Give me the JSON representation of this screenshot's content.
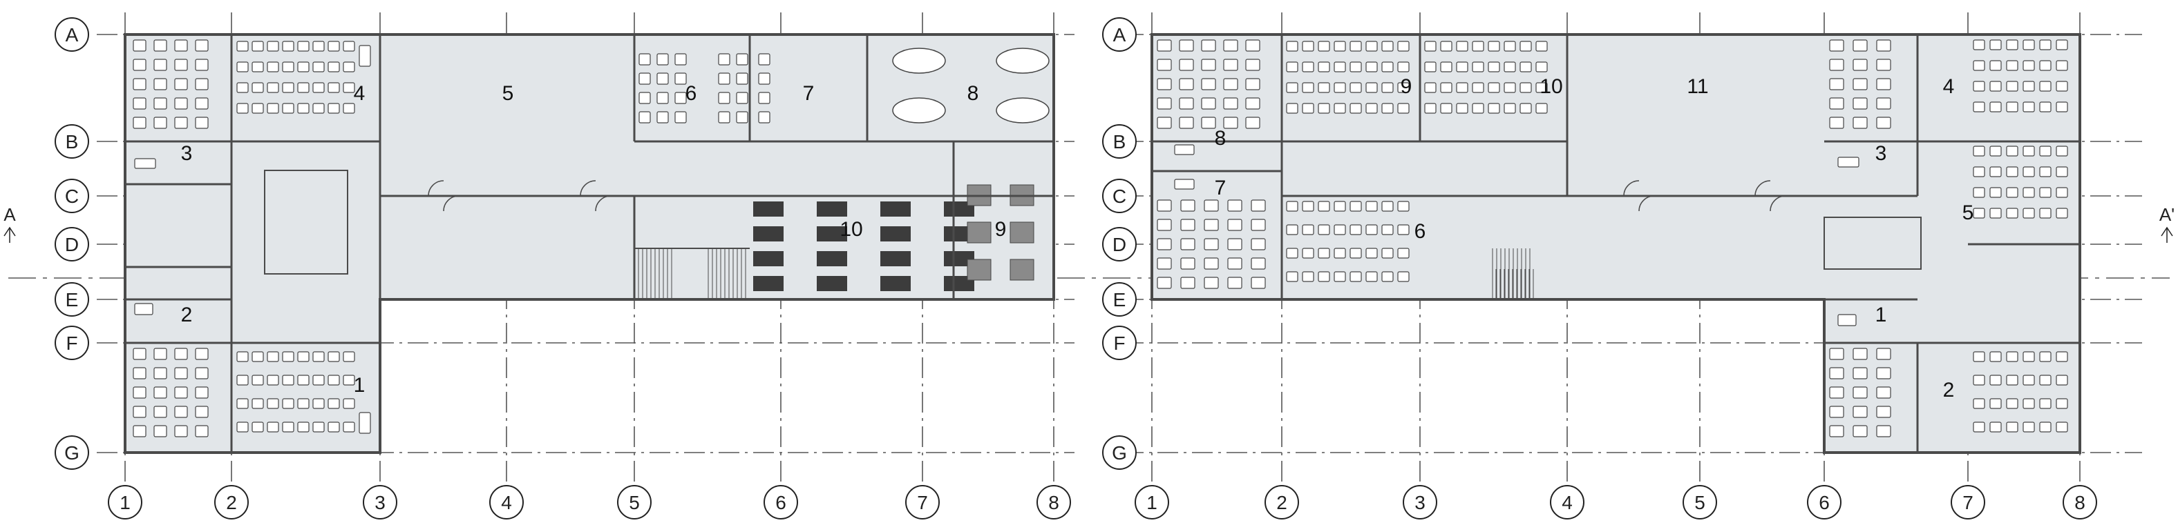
{
  "grid": {
    "rows": [
      "A",
      "B",
      "C",
      "D",
      "E",
      "F",
      "G"
    ],
    "cols": [
      "1",
      "2",
      "3",
      "4",
      "5",
      "6",
      "7",
      "8"
    ]
  },
  "section": {
    "left": "A",
    "right": "A'"
  },
  "plan_left": {
    "rooms": [
      {
        "id": "1",
        "kind": "classroom"
      },
      {
        "id": "2",
        "kind": "office"
      },
      {
        "id": "3",
        "kind": "office"
      },
      {
        "id": "4",
        "kind": "classroom"
      },
      {
        "id": "5",
        "kind": "hall"
      },
      {
        "id": "6",
        "kind": "lab"
      },
      {
        "id": "7",
        "kind": "lab"
      },
      {
        "id": "8",
        "kind": "meeting"
      },
      {
        "id": "9",
        "kind": "computer"
      },
      {
        "id": "10",
        "kind": "workshop"
      }
    ]
  },
  "plan_right": {
    "rooms": [
      {
        "id": "1",
        "kind": "office"
      },
      {
        "id": "2",
        "kind": "classroom"
      },
      {
        "id": "3",
        "kind": "office"
      },
      {
        "id": "4",
        "kind": "classroom"
      },
      {
        "id": "5",
        "kind": "classroom"
      },
      {
        "id": "6",
        "kind": "classroom"
      },
      {
        "id": "7",
        "kind": "office"
      },
      {
        "id": "8",
        "kind": "office"
      },
      {
        "id": "9",
        "kind": "classroom"
      },
      {
        "id": "10",
        "kind": "classroom"
      },
      {
        "id": "11",
        "kind": "hall"
      }
    ]
  },
  "colors": {
    "fill": "#e2e6e9",
    "wall": "#4a4a4a",
    "grid": "#555555",
    "furniture": "#444444",
    "dark": "#3c3c3c"
  }
}
